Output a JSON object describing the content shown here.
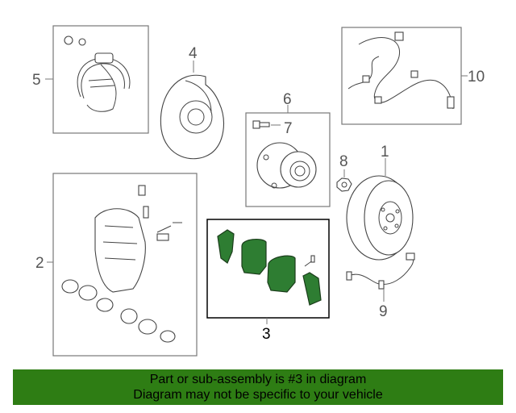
{
  "callouts": {
    "c1": "1",
    "c2": "2",
    "c3": "3",
    "c4": "4",
    "c5": "5",
    "c6": "6",
    "c7": "7",
    "c8": "8",
    "c9": "9",
    "c10": "10"
  },
  "banner": {
    "line1": "Part or sub-assembly is #3 in diagram",
    "line2": "Diagram may not be specific to your vehicle"
  },
  "colors": {
    "highlight": "#2e7d32",
    "banner": "#2e7d14"
  }
}
